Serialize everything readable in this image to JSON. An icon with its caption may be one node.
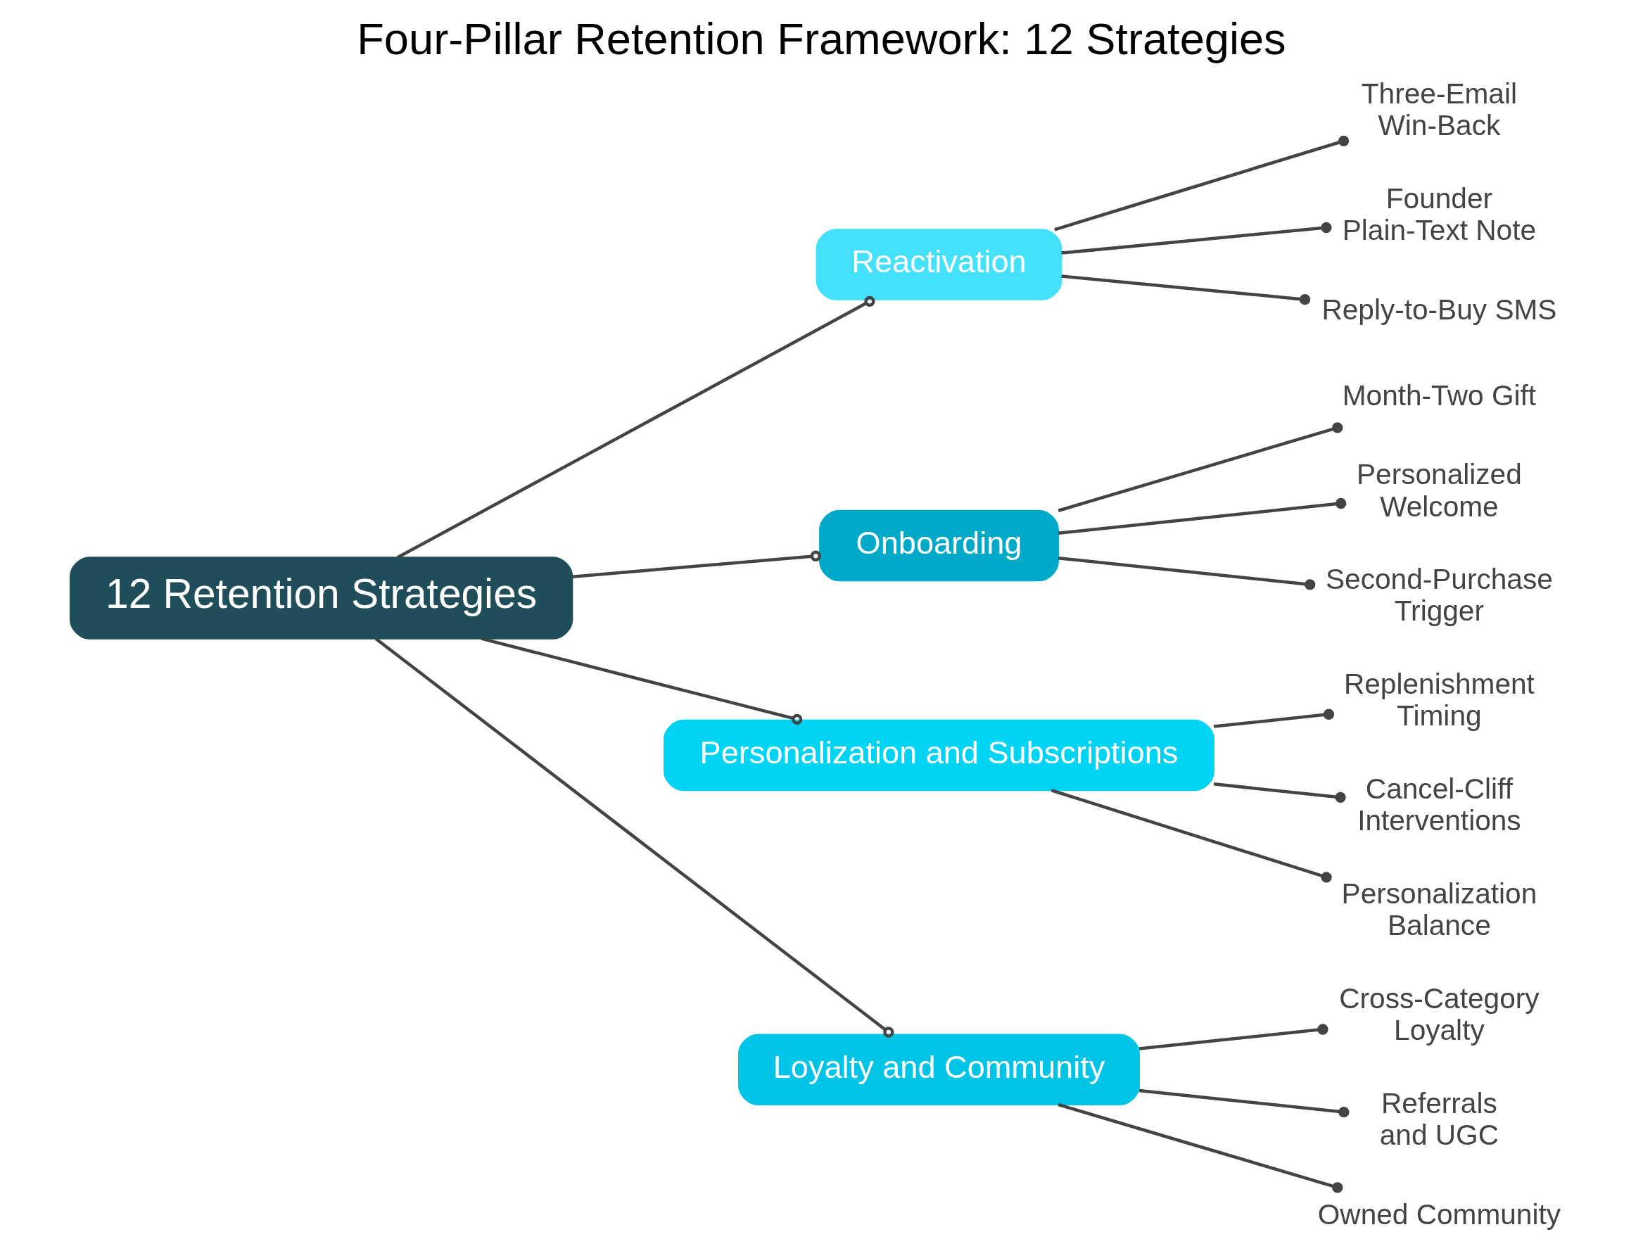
{
  "diagram": {
    "title": "Four-Pillar Retention Framework: 12 Strategies",
    "nodes": [
      {
        "text": [
          "12 Retention Strategies"
        ]
      },
      {
        "text": [
          "Reactivation"
        ]
      },
      {
        "text": [
          "Three-Email Win-Back"
        ]
      },
      {
        "text": [
          "Founder Plain-Text Note"
        ]
      },
      {
        "text": [
          "Reply-to-Buy SMS"
        ]
      },
      {
        "text": [
          "Onboarding"
        ]
      },
      {
        "text": [
          "Month-Two Gift"
        ]
      },
      {
        "text": [
          "Personalized Welcome"
        ]
      },
      {
        "text": [
          "Second-Purchase Trigger"
        ]
      },
      {
        "text": [
          "Personalization and Subscriptions"
        ]
      },
      {
        "text": [
          "Replenishment Timing"
        ]
      },
      {
        "text": [
          "Cancel-Cliff Interventions"
        ]
      },
      {
        "text": [
          "Personalization Balance"
        ]
      },
      {
        "text": [
          "Loyalty and Community"
        ]
      },
      {
        "text": [
          "Cross-Category Loyalty"
        ]
      },
      {
        "text": [
          "Referrals and UGC"
        ]
      },
      {
        "text": [
          "Owned Community"
        ]
      }
    ],
    "edges": [
      {
        "from": 0,
        "to": 1,
        "arrow": "other"
      },
      {
        "from": 0,
        "to": 5,
        "arrow": "other"
      },
      {
        "from": 0,
        "to": 9,
        "arrow": "other"
      },
      {
        "from": 0,
        "to": 13,
        "arrow": "other"
      },
      {
        "from": 1,
        "to": 2,
        "arrow": "other"
      },
      {
        "from": 1,
        "to": 3,
        "arrow": "other"
      },
      {
        "from": 1,
        "to": 4,
        "arrow": "other"
      },
      {
        "from": 5,
        "to": 6,
        "arrow": "other"
      },
      {
        "from": 5,
        "to": 7,
        "arrow": "other"
      },
      {
        "from": 5,
        "to": 8,
        "arrow": "other"
      },
      {
        "from": 9,
        "to": 10,
        "arrow": "other"
      },
      {
        "from": 9,
        "to": 11,
        "arrow": "other"
      },
      {
        "from": 9,
        "to": 12,
        "arrow": "other"
      },
      {
        "from": 13,
        "to": 14,
        "arrow": "other"
      },
      {
        "from": 13,
        "to": 15,
        "arrow": "other"
      },
      {
        "from": 13,
        "to": 16,
        "arrow": "other"
      }
    ]
  }
}
